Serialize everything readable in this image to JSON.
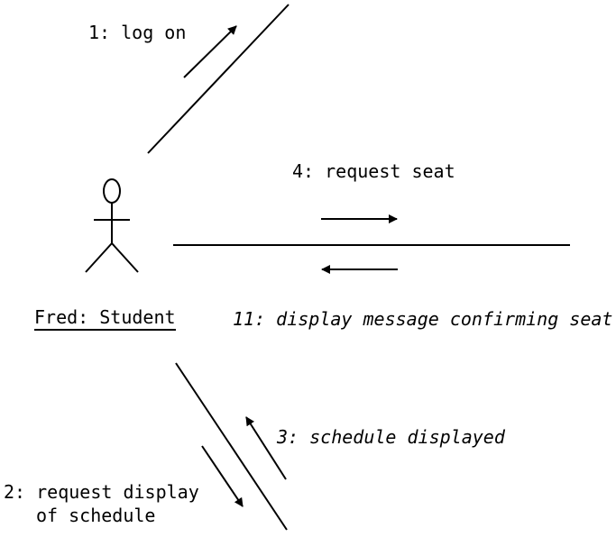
{
  "actor": {
    "name": "Fred: Student"
  },
  "messages": {
    "m1": "1: log on",
    "m2_line1": "2: request display",
    "m2_line2": "of schedule",
    "m3": "3: schedule displayed",
    "m4": "4: request seat",
    "m11": "11: display message confirming seat"
  },
  "colors": {
    "ink": "#000000",
    "background": "#ffffff"
  }
}
